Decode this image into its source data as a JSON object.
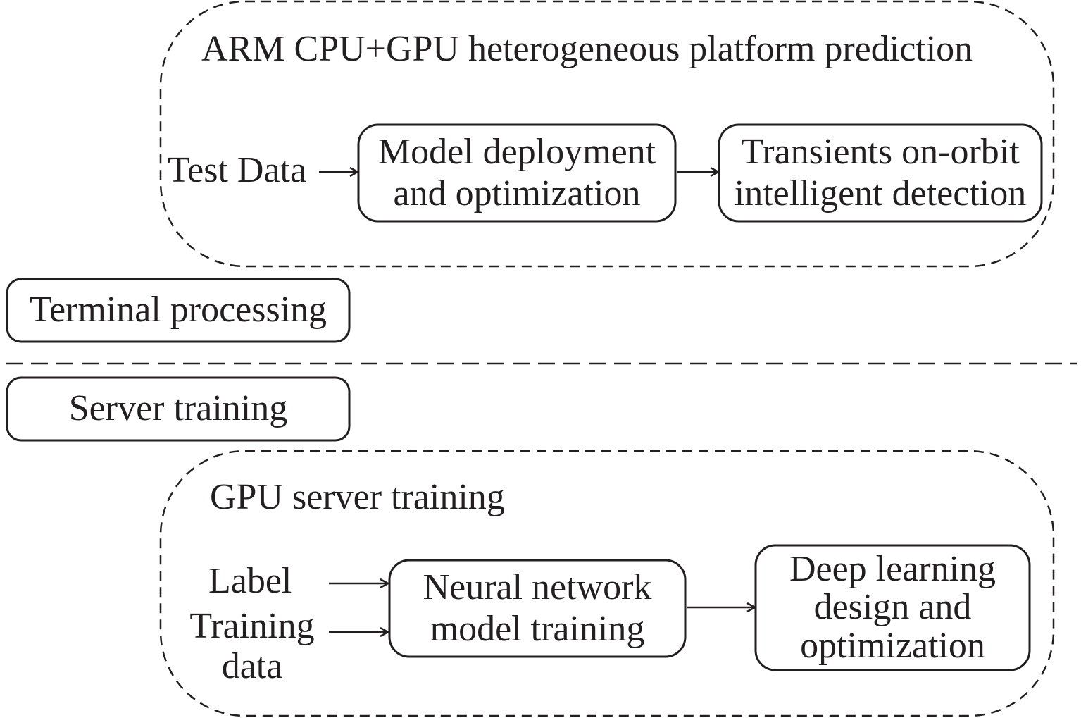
{
  "terminal_section": {
    "group_title": "ARM CPU+GPU heterogeneous platform prediction",
    "input_label": "Test Data",
    "step1": [
      "Model deployment",
      "and optimization"
    ],
    "step2": [
      "Transients on-orbit",
      "intelligent detection"
    ],
    "section_label": "Terminal processing"
  },
  "server_section": {
    "section_label": "Server training",
    "group_title": "GPU server training",
    "input_label_1": "Label",
    "input_label_2": [
      "Training",
      "data"
    ],
    "step1": [
      "Neural network",
      "model training"
    ],
    "step2": [
      "Deep learning",
      "design and",
      "optimization"
    ]
  },
  "colors": {
    "stroke": "#231f20",
    "background": "#ffffff"
  }
}
